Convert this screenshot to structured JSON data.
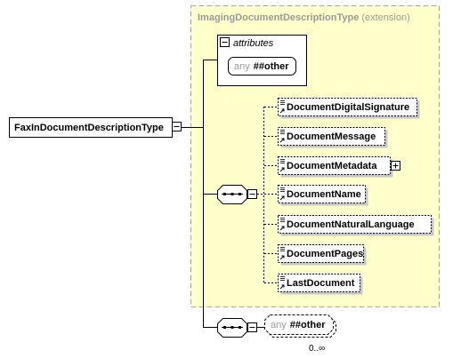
{
  "root_element": "FaxInDocumentDescriptionType",
  "extension": {
    "base_type": "ImagingDocumentDescriptionType",
    "suffix": "(extension)"
  },
  "attributes": {
    "title": "attributes",
    "any_label": "any",
    "any_ns": "##other"
  },
  "sequence_elements": [
    "DocumentDigitalSignature",
    "DocumentMessage",
    "DocumentMetadata",
    "DocumentName",
    "DocumentNaturalLanguage",
    "DocumentPages",
    "LastDocument"
  ],
  "any_other": {
    "any_label": "any",
    "ns": "##other",
    "occurrence": "0..∞"
  },
  "colors": {
    "extension_fill": "#ffffcc",
    "extension_border": "#a8a8a8",
    "box_fill": "#ffffff",
    "box_stroke": "#000000",
    "line": "#000000"
  }
}
